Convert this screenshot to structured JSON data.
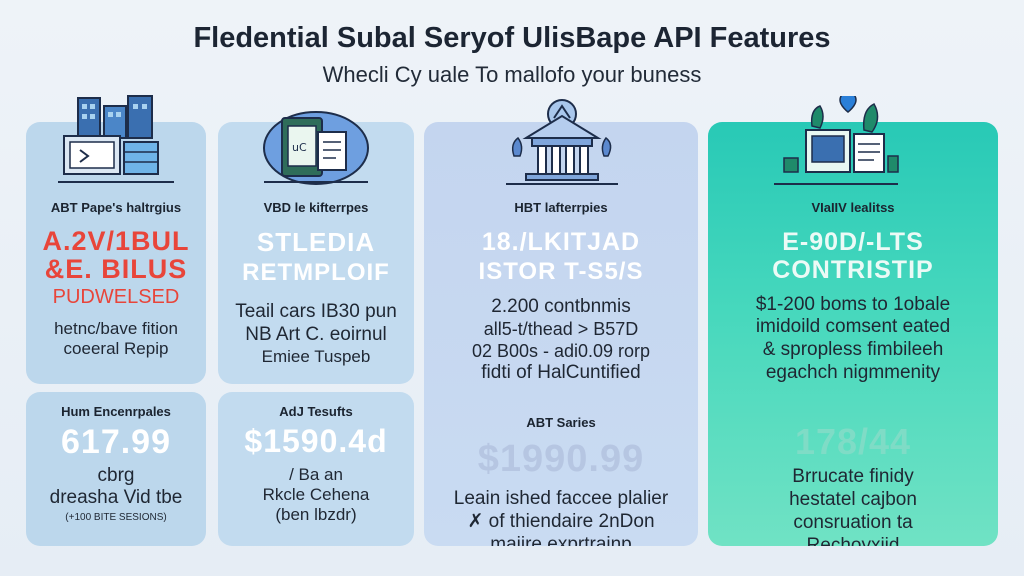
{
  "header": {
    "title": "Fledential Subal Seryof UlisBape API Features",
    "subtitle": "Whecli Cy uale To mallofo your buness"
  },
  "cards": [
    {
      "label": "ABT Pape's haltrgius",
      "big_lines": [
        "A.2V/1BUL",
        "&E. BILUS"
      ],
      "sub_big": "PUDWELSED",
      "body": [
        "hetnc/bave fition",
        "coeeral Repip"
      ],
      "color_big": "#e8453a"
    },
    {
      "label": "VBD le kifterrpes",
      "big_lines": [
        "STLEDIA",
        "RETMPLOIF"
      ],
      "body": [
        "Teail cars IB30 pun",
        "NB Art C. eoirnul",
        "Emiee Tuspeb"
      ],
      "color_big": "#ffffff"
    },
    {
      "label": "HBT lafterrpies",
      "big_lines": [
        "18./LKITJAD",
        "ISTOR T-S5/S"
      ],
      "body": [
        "2.200 contbnmis",
        "all5-t/thead > B57D",
        "02 B00s - adi0.09 rorp",
        "fidti of HalCuntified"
      ],
      "color_big": "#ffffff"
    },
    {
      "label": "VIaIIV lealitss",
      "big_lines": [
        "E-90D/-LTS",
        "CONTRISTIP"
      ],
      "body": [
        "$1-200 boms to 1obale",
        "imidoild comsent eated",
        "& spropless fimbileeh",
        "egachch nigmmenity"
      ],
      "color_big": "#ecfaf6"
    },
    {
      "label": "Hum Encenrpales",
      "big_lines": [
        "617.99"
      ],
      "body": [
        "cbrg",
        "dreasha Vid tbe"
      ],
      "foot": "(+100 BITE SESIONS)",
      "color_big": "#ffffff"
    },
    {
      "label": "AdJ Tesufts",
      "big_lines": [
        "$1590.4d"
      ],
      "body": [
        "/ Ba an",
        "Rkcle Cehena",
        "(ben lbzdr)"
      ],
      "color_big": "#ffffff"
    },
    {
      "label": "ABT Saries",
      "big_lines": [
        "$1990.99"
      ],
      "body": [
        "Leain ished faccee plalier",
        "✗ of thiendaire 2nDon",
        "maiire exprtrainp"
      ],
      "color_big": "#b6c6e2"
    },
    {
      "label": "",
      "big_lines": [
        "178/44"
      ],
      "body": [
        "Brrucate finidy",
        "hestatel cajbon",
        "consruation ta",
        "Rechoyxiid"
      ],
      "color_big": "#7fdcc6"
    }
  ],
  "icons": {
    "card1": "server-building-icon",
    "card2": "tablet-cloud-icon",
    "card3": "temple-building-icon",
    "card4": "monitor-plants-icon"
  },
  "colors": {
    "accent_red": "#e8453a",
    "card_blue": "#bcd7ec",
    "card_mid": "#c4d5ef",
    "card_teal": "#28c9b6"
  }
}
